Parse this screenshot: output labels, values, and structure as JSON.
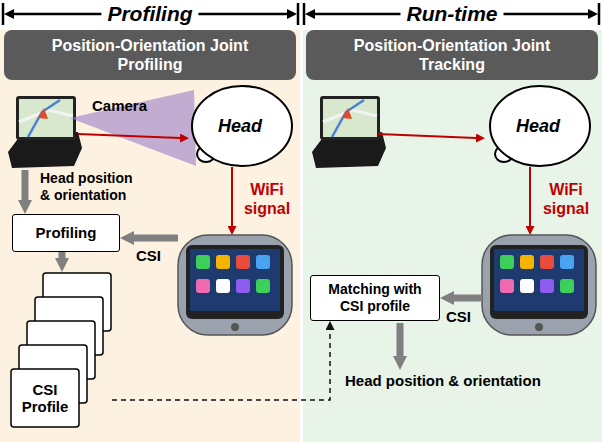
{
  "diagram": {
    "nodes": [
      {
        "text": [
          "Position-Orientation Joint Profiling"
        ]
      },
      {
        "text": [
          "Head"
        ]
      },
      {
        "text": [
          "Profiling"
        ]
      },
      {
        "text": [
          "CSI Profile"
        ]
      },
      {
        "text": [
          "Position-Orientation Joint Tracking"
        ]
      },
      {
        "text": [
          "Head"
        ]
      },
      {
        "text": [
          "Matching with CSI profile"
        ]
      }
    ],
    "edges": [
      {
        "from": 2,
        "to": 3,
        "arrow": "to"
      },
      {
        "from": 3,
        "to": 6,
        "arrow": "to"
      }
    ],
    "labels": [
      "Profiling",
      "Run-time",
      "Camera",
      "WiFi signal",
      "Head position & orientation",
      "CSI",
      "WiFi signal",
      "CSI",
      "Head position & orientation"
    ]
  }
}
